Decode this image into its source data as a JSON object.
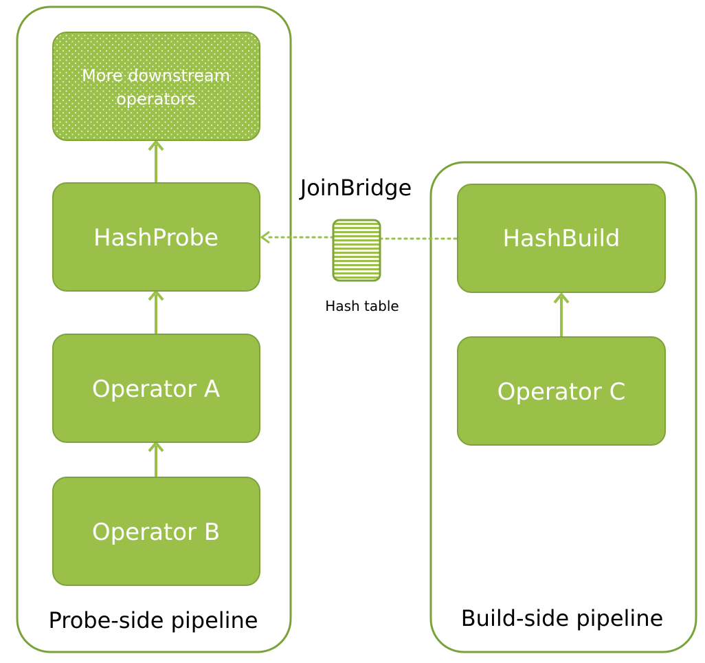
{
  "probe_pipeline": {
    "label": "Probe-side pipeline",
    "downstream": [
      "More downstream",
      "operators"
    ],
    "hash_probe": "HashProbe",
    "operator_a": "Operator A",
    "operator_b": "Operator B"
  },
  "build_pipeline": {
    "label": "Build-side pipeline",
    "hash_build": "HashBuild",
    "operator_c": "Operator C"
  },
  "join_bridge": {
    "title": "JoinBridge",
    "hash_table_label": "Hash table"
  },
  "colors": {
    "box_fill": "#9bc04a",
    "frame_stroke": "#7aa23a"
  }
}
